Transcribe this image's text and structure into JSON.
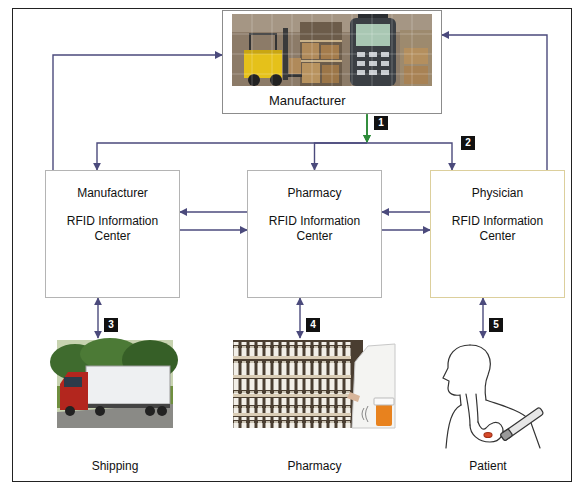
{
  "diagram": {
    "nodes": [
      {
        "text": [
          "Manufacturer"
        ]
      },
      {
        "text": [
          "Manufacturer",
          "RFID Information Center"
        ]
      },
      {
        "text": [
          "Pharmacy",
          "RFID Information Center"
        ]
      },
      {
        "text": [
          "Physician",
          "RFID Information Center"
        ]
      },
      {
        "text": [
          "Shipping"
        ]
      },
      {
        "text": [
          "Pharmacy"
        ]
      },
      {
        "text": [
          "Patient"
        ]
      }
    ],
    "edges": [
      {
        "from": 1,
        "to": 0,
        "arrow": "to"
      },
      {
        "from": 3,
        "to": 0,
        "arrow": "to"
      },
      {
        "from": 0,
        "to": 1,
        "arrow": "to"
      },
      {
        "from": 0,
        "to": 2,
        "arrow": "to"
      },
      {
        "from": 0,
        "to": 3,
        "arrow": "to"
      },
      {
        "from": 2,
        "to": 1,
        "arrow": "to"
      },
      {
        "from": 1,
        "to": 2,
        "arrow": "to"
      },
      {
        "from": 3,
        "to": 2,
        "arrow": "to"
      },
      {
        "from": 2,
        "to": 3,
        "arrow": "to"
      },
      {
        "from": 1,
        "to": 4,
        "arrow": "both"
      },
      {
        "from": 2,
        "to": 5,
        "arrow": "both"
      },
      {
        "from": 3,
        "to": 6,
        "arrow": "both"
      }
    ],
    "labels": [
      "1",
      "2",
      "3",
      "4",
      "5"
    ]
  }
}
